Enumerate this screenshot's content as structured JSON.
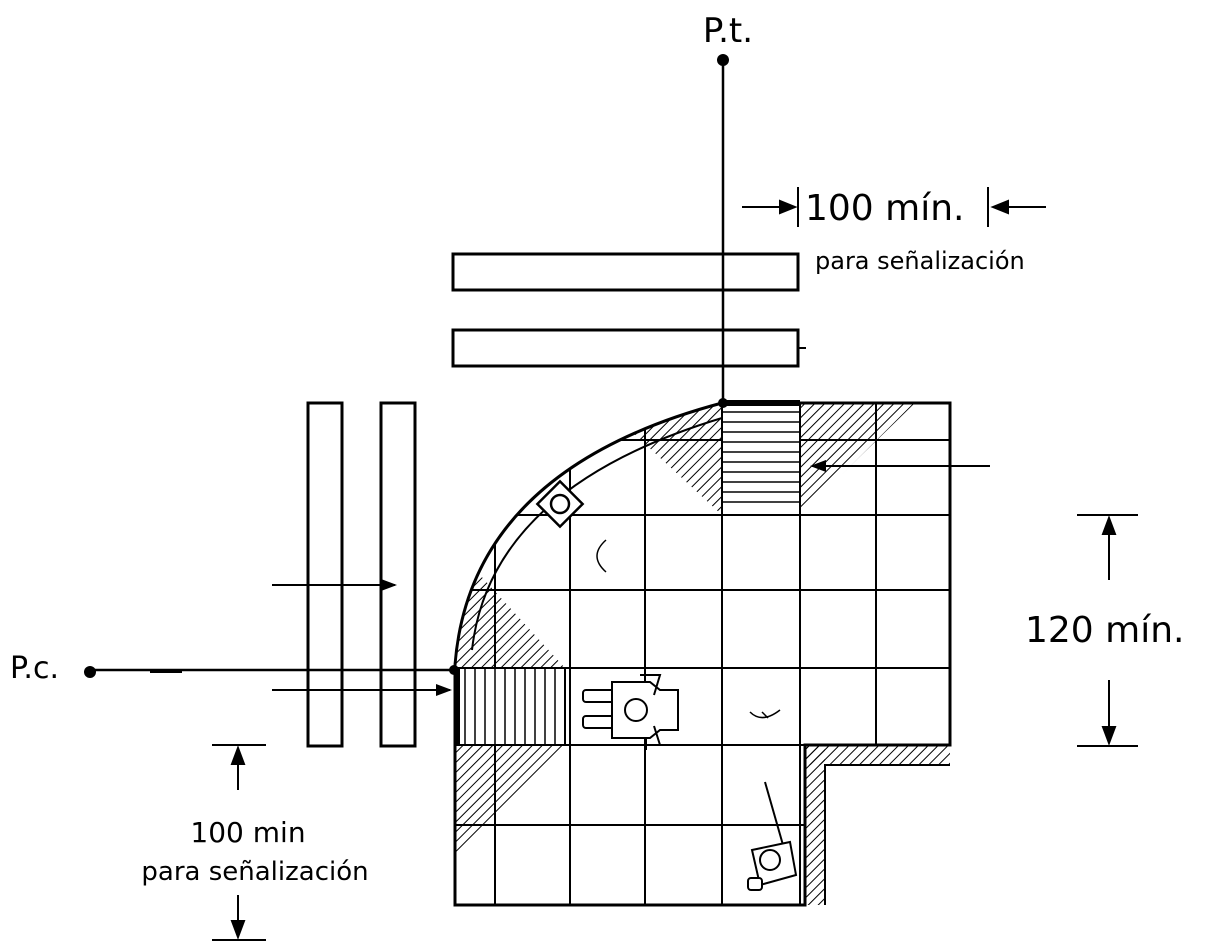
{
  "labels": {
    "pt": "P.t.",
    "pc": "P.c.",
    "top_dim": "100 mín.",
    "top_note": "para señalización",
    "right_dim": "120 mín.",
    "bottom_dim": "100 min",
    "bottom_note": "para señalización"
  },
  "colors": {
    "ink": "#000000",
    "paper": "#ffffff"
  },
  "icons": [
    "wheelchair-user-icon",
    "wheelchair-user-icon",
    "utility-pole-icon",
    "door-swing-icon"
  ]
}
